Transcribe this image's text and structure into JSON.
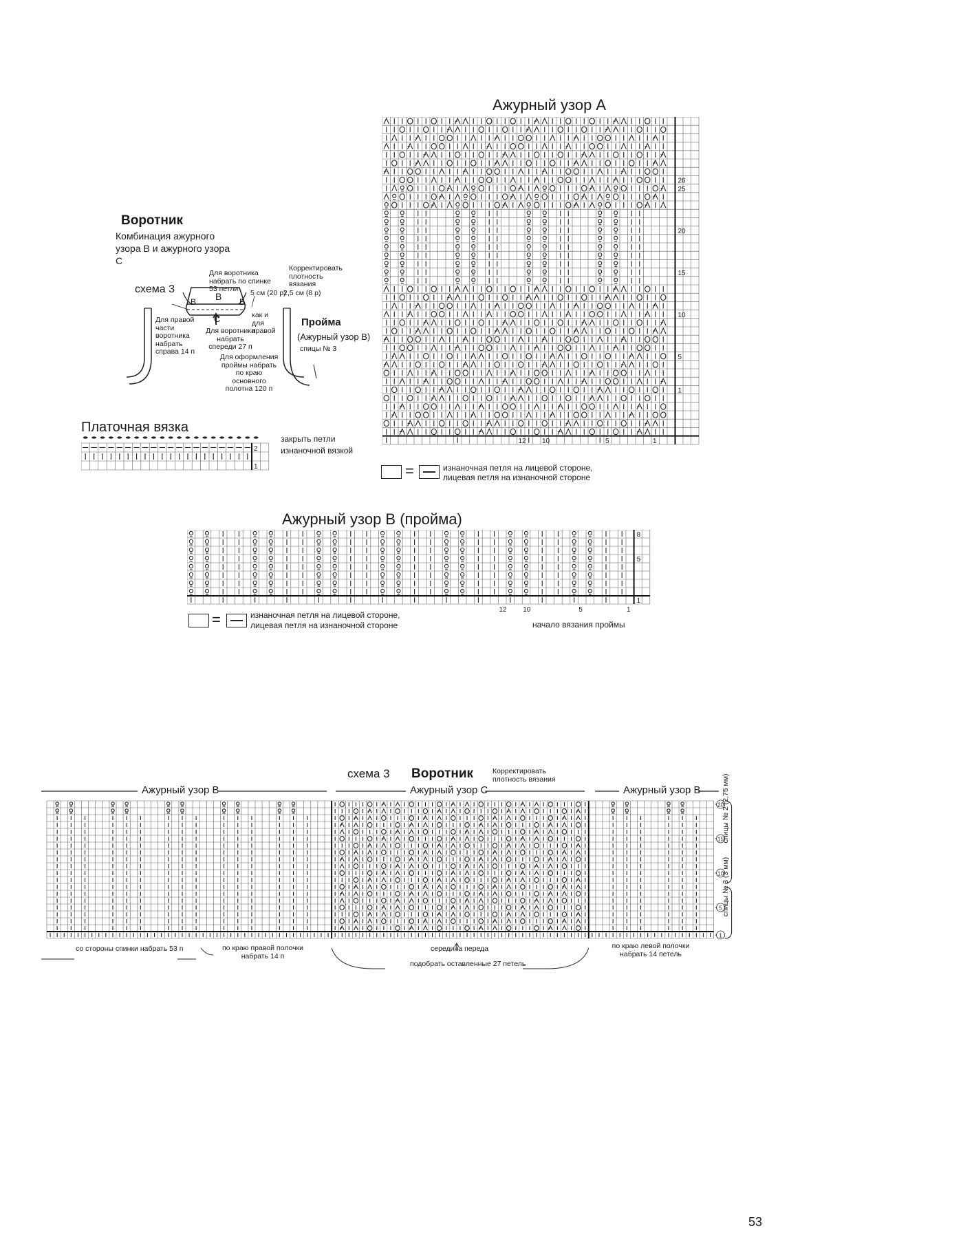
{
  "page_number": "53",
  "collar_block": {
    "title": "Воротник",
    "subtitle": "Комбинация ажурного узора B и ажурного узора C",
    "scheme_label": "схема 3",
    "notes": {
      "back": "Для воротника набрать по спинке 53 петли",
      "correct": "Корректировать плотность вязания",
      "five_cm": "5 см (20 р)",
      "two_half_cm": "2,5 см (8 р)",
      "right_part": "Для правой части воротника набрать справа 14 п",
      "front": "Для воротника набрать спереди 27 п",
      "like_right": "как и для правой",
      "armhole_setup": "Для оформления проймы набрать по краю основного полотна 120 п",
      "letter_b": "B",
      "letter_c": "C"
    },
    "armhole_title": "Пройма",
    "armhole_pattern": "(Ажурный узор B)",
    "armhole_needles": "спицы № 3"
  },
  "garter": {
    "title": "Платочная вязка",
    "bind_off_note": "закрыть петли изнаночной вязкой",
    "row_numbers": [
      "2",
      "1"
    ]
  },
  "pattern_a": {
    "title": "Ажурный узор А",
    "row_numbers": [
      "26",
      "25",
      "20",
      "15",
      "10",
      "5",
      "1"
    ],
    "col_numbers": [
      "12",
      "10",
      "5",
      "1"
    ],
    "legend_equals": "=",
    "legend_text_1": "изнаночная петля на лицевой стороне,",
    "legend_text_2": "лицевая петля на изнаночной стороне"
  },
  "pattern_b": {
    "title": "Ажурный узор B (пройма)",
    "row_numbers": [
      "8",
      "5",
      "1"
    ],
    "col_numbers": [
      "12",
      "10",
      "5",
      "1"
    ],
    "legend_equals": "=",
    "legend_text_1": "изнаночная петля на лицевой стороне,",
    "legend_text_2": "лицевая петля на изнаночной стороне",
    "start_note": "начало вязания проймы"
  },
  "scheme3": {
    "scheme_label": "схема 3",
    "title": "Воротник",
    "correct_note": "Корректировать плотность вязания",
    "section_left": "Ажурный узор B",
    "section_mid": "Ажурный узор C",
    "section_right": "Ажурный узор B",
    "row_markers": [
      "20",
      "15",
      "10",
      "5",
      "1"
    ],
    "needles_top": "спицы № 2 (2,75 мм)",
    "needles_bottom": "спицы № 3 (3 мм)",
    "bottom_back": "со стороны спинки набрать 53 п",
    "bottom_right_front": "по краю правой полочки набрать 14 п",
    "bottom_center": "середина переда",
    "bottom_pick_up": "подобрать оставленные 27 петель",
    "bottom_left_front": "по краю левой полочки набрать 14 петель"
  }
}
